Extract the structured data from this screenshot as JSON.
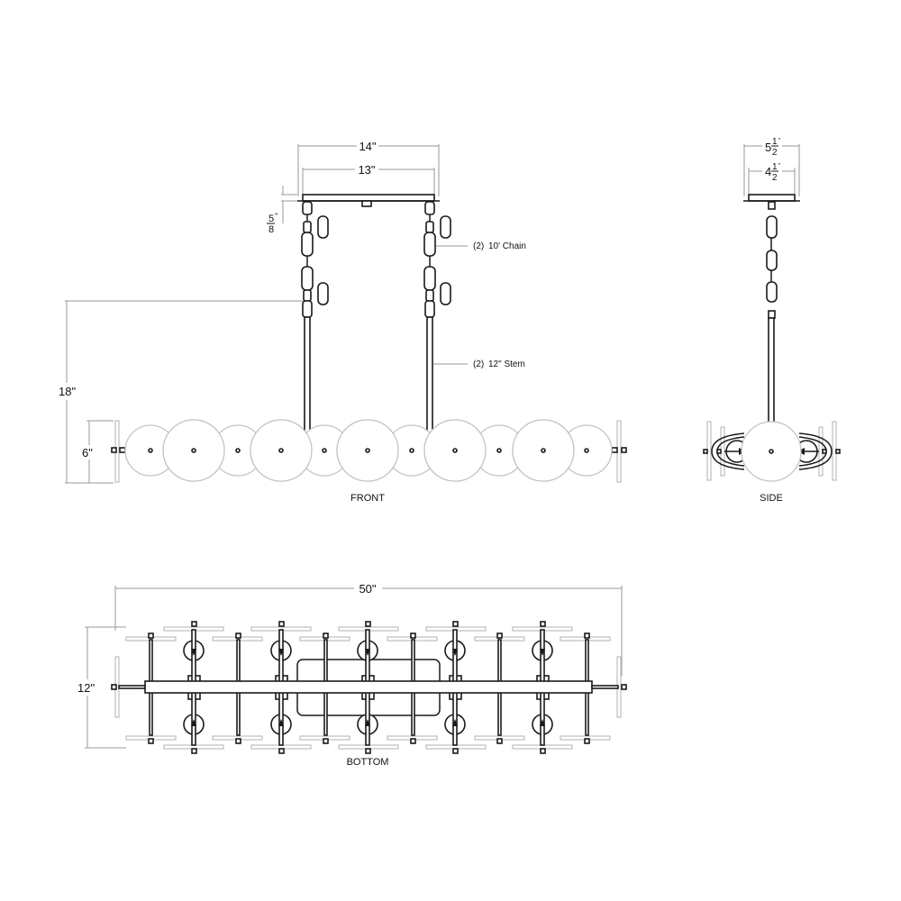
{
  "drawing": {
    "views": {
      "front": "FRONT",
      "side": "SIDE",
      "bottom": "BOTTOM"
    },
    "dimensions": {
      "canopy_outer_width": "14\"",
      "canopy_inner_width": "13\"",
      "canopy_height_num": "5",
      "canopy_height_den": "8",
      "canopy_height_unit": "\"",
      "overall_height": "18\"",
      "fixture_height": "6\"",
      "side_outer_whole": "5",
      "side_outer_num": "1",
      "side_outer_den": "2",
      "side_inner_whole": "4",
      "side_inner_num": "1",
      "side_inner_den": "2",
      "inch_mark": "\"",
      "overall_length": "50\"",
      "overall_depth": "12\""
    },
    "callouts": {
      "chain_qty": "(2)",
      "chain_label": "10' Chain",
      "stem_qty": "(2)",
      "stem_label": "12\" Stem"
    },
    "colors": {
      "line": "#1a1a1a",
      "dimension": "#9a9a9a",
      "glass": "#c4c4c4"
    }
  }
}
